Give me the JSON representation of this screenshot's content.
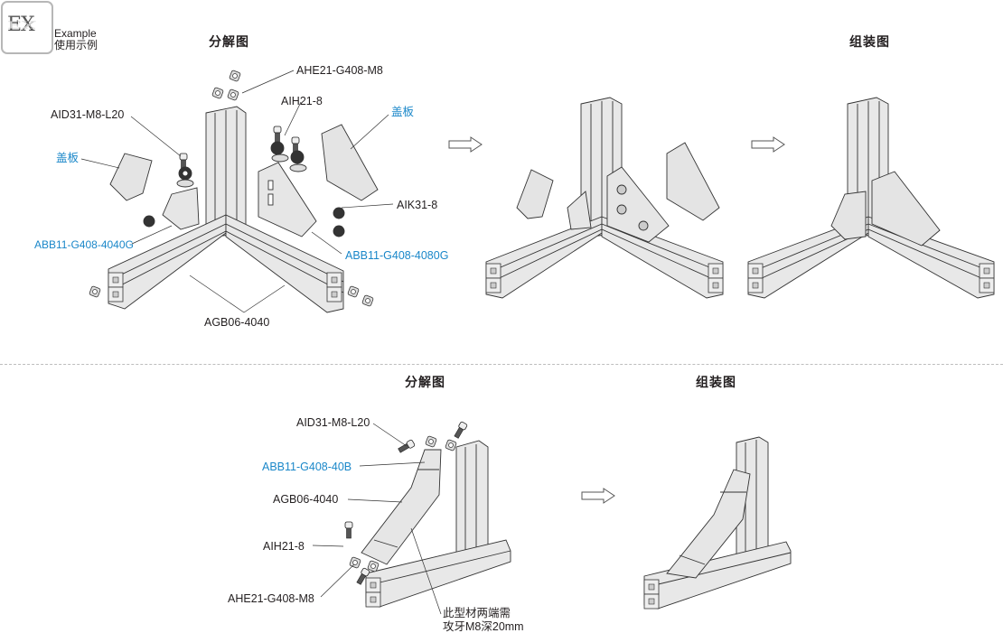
{
  "badge": {
    "mark": "EX",
    "caption_en": "Example",
    "caption_cn": "使用示例"
  },
  "top": {
    "exploded_title": "分解图",
    "assembled_title": "组装图",
    "labels": {
      "ahe21": "AHE21-G408-M8",
      "aih21": "AIH21-8",
      "aid31": "AID31-M8-L20",
      "cover_right": "盖板",
      "cover_left": "盖板",
      "aik31": "AIK31-8",
      "abb_4040g": "ABB11-G408-4040G",
      "abb_4080g": "ABB11-G408-4080G",
      "agb06": "AGB06-4040"
    }
  },
  "bottom": {
    "exploded_title": "分解图",
    "assembled_title": "组装图",
    "labels": {
      "aid31": "AID31-M8-L20",
      "abb_40b": "ABB11-G408-40B",
      "agb06": "AGB06-4040",
      "aih21": "AIH21-8",
      "ahe21": "AHE21-G408-M8",
      "note_line1": "此型材两端需",
      "note_line2": "攻牙M8深20mm"
    }
  },
  "colors": {
    "highlight_label": "#1a87c9",
    "text": "#231f20",
    "part_fill": "#e6e6e6",
    "part_stroke": "#3a3a3a"
  }
}
